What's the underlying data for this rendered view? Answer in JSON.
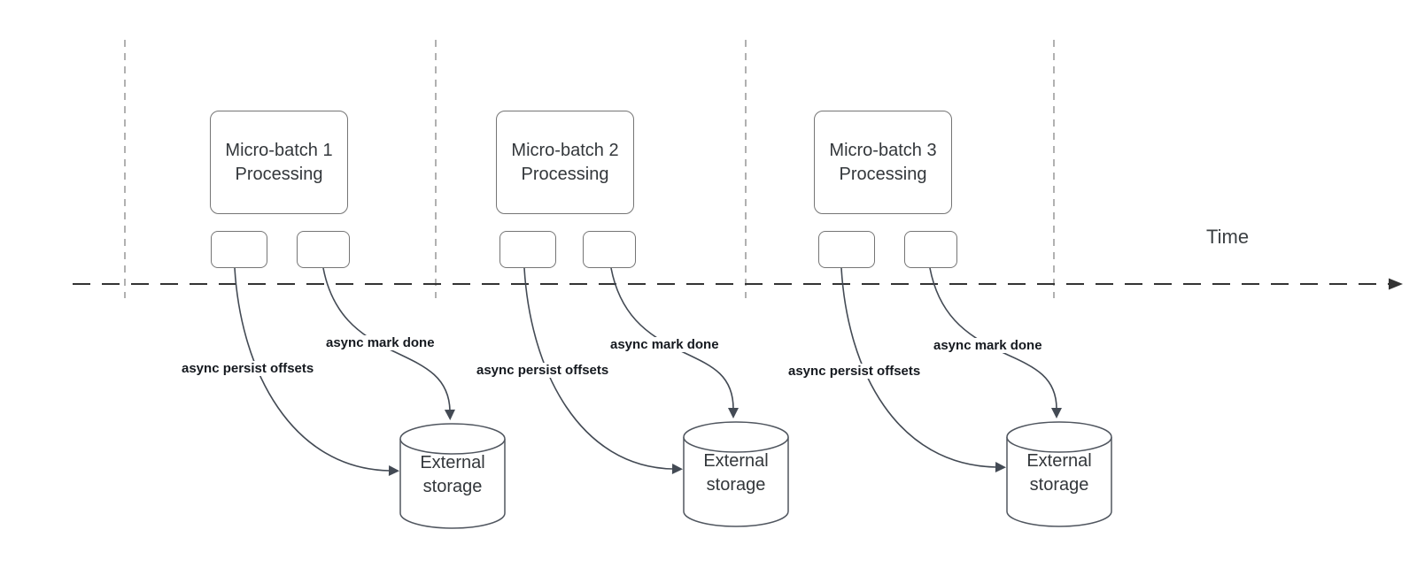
{
  "diagram": {
    "time_axis_label": "Time",
    "groups": [
      {
        "title": "Micro-batch 1 Processing",
        "persist_arrow_label": "async persist offsets",
        "done_arrow_label": "async mark done",
        "storage_label": "External storage"
      },
      {
        "title": "Micro-batch 2 Processing",
        "persist_arrow_label": "async persist offsets",
        "done_arrow_label": "async mark done",
        "storage_label": "External storage"
      },
      {
        "title": "Micro-batch 3 Processing",
        "persist_arrow_label": "async persist offsets",
        "done_arrow_label": "async mark done",
        "storage_label": "External storage"
      }
    ]
  },
  "colors": {
    "background": "#ffffff",
    "box_border": "#757575",
    "box_text": "#33373b",
    "lane_divider": "#b1b1b1",
    "timeline": "#333333",
    "arrow": "#434a54",
    "cylinder_border": "#50565f",
    "label_text": "#15191f"
  }
}
